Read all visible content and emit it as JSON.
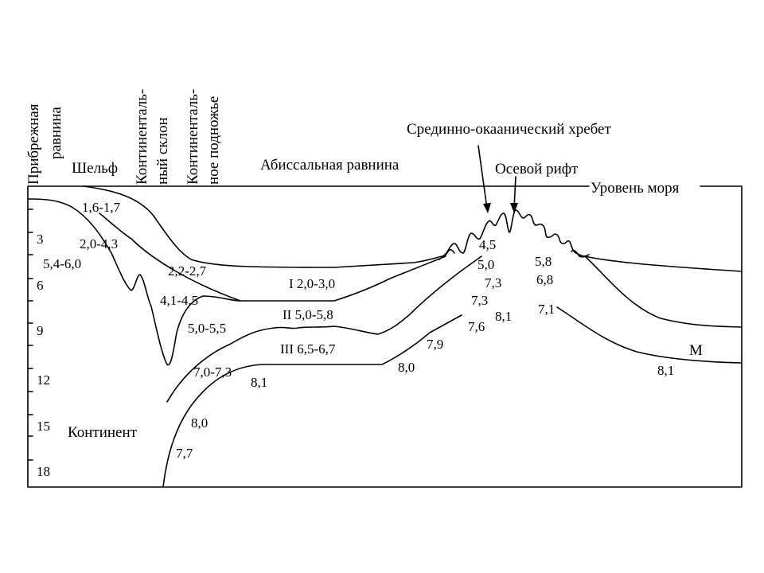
{
  "zones": {
    "coastal_plain": [
      "Прибрежная",
      "равнина"
    ],
    "shelf": "Шельф",
    "continental_slope": [
      "Континенталь-",
      "ный склон"
    ],
    "continental_rise": [
      "Континенталь-",
      "ное подножье"
    ],
    "abyssal_plain": "Абиссальная равнина",
    "mid_ocean_ridge": "Срединно-окаaнический хребет",
    "axial_rift": "Осевой рифт",
    "sea_level": "Уровень моря",
    "continent": "Континент",
    "moho": "M"
  },
  "depth_axis": {
    "ticks": [
      "3",
      "6",
      "9",
      "12",
      "15",
      "18"
    ]
  },
  "layers": {
    "layer_I": "I 2,0-3,0",
    "layer_II": "II 5,0-5,8",
    "layer_III": "III 6,5-6,7"
  },
  "velocities": {
    "shelf_top": "1,6-1,7",
    "shelf_mid": "2,0-4,3",
    "shelf_deep": "5,4-6,0",
    "slope_top": "2,2-2,7",
    "slope_mid": "4,1-4,5",
    "slope_low": "5,0-5,5",
    "rise_low": "7,0-7,3",
    "rise_mantle": "8,1",
    "cont_low1": "8,0",
    "cont_low2": "7,7",
    "flank_a": "8,0",
    "flank_b": "7,9",
    "flank_c": "7,6",
    "ridge_4_5": "4,5",
    "ridge_5_0": "5,0",
    "ridge_7_3a": "7,3",
    "ridge_7_3b": "7,3",
    "ridge_8_1": "8,1",
    "east_5_8": "5,8",
    "east_6_8": "6,8",
    "east_7_1": "7,1",
    "east_8_1": "8,1"
  }
}
